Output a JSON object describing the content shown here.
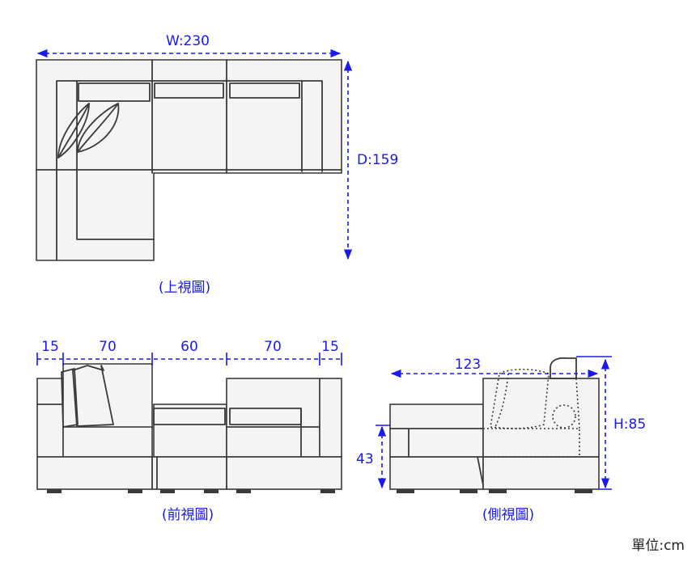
{
  "top_view": {
    "width_label": "W:230",
    "depth_label": "D:159",
    "caption": "(上視圖)"
  },
  "front_view": {
    "segments": [
      "15",
      "70",
      "60",
      "70",
      "15"
    ],
    "caption": "(前視圖)"
  },
  "side_view": {
    "depth_label": "123",
    "height_label": "H:85",
    "seat_label": "43",
    "caption": "(側視圖)"
  },
  "unit_label": "單位:cm"
}
